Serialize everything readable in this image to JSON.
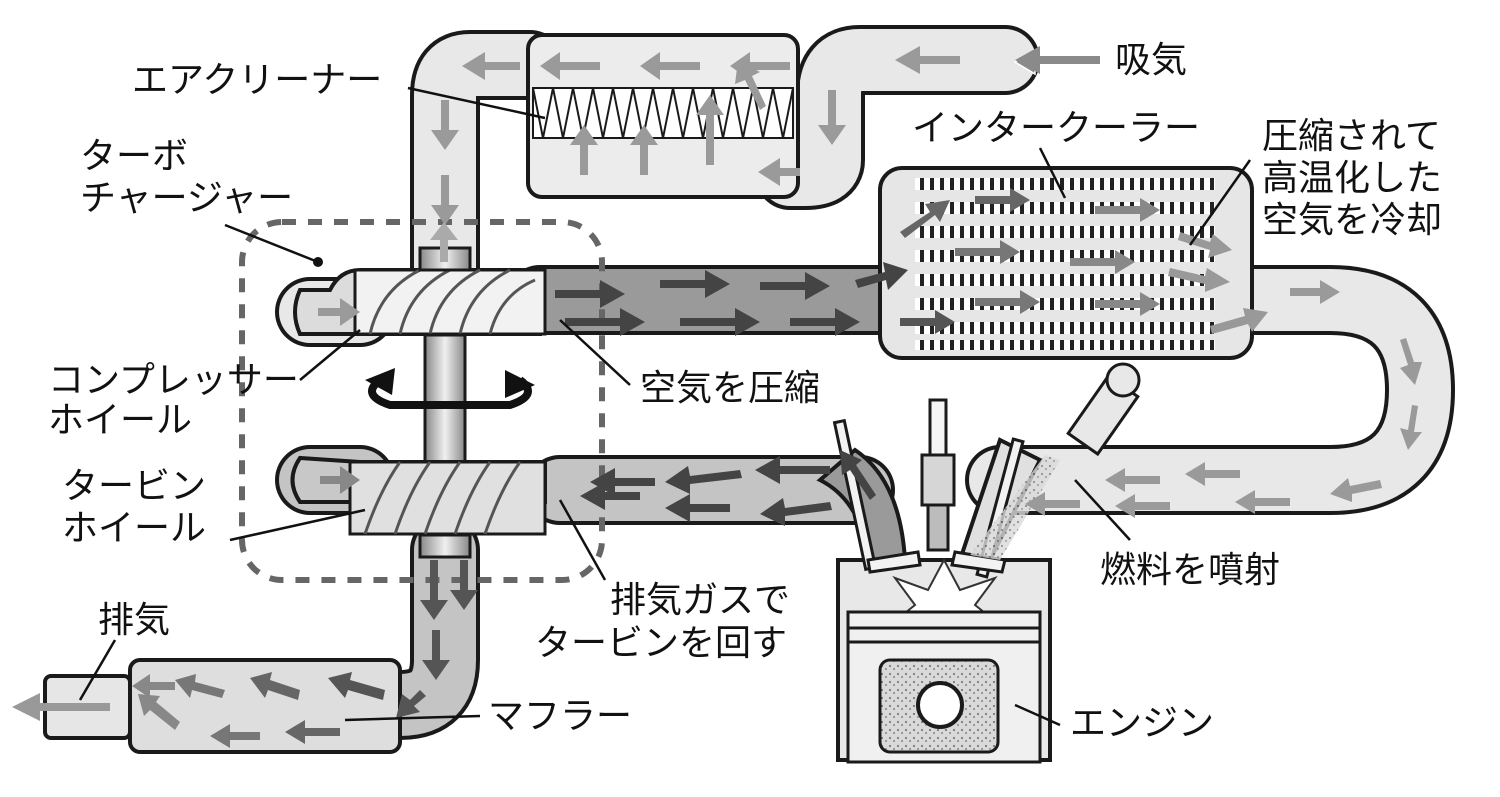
{
  "labels": {
    "intake": "吸気",
    "air_cleaner": "エアクリーナー",
    "turbocharger_line1": "ターボ",
    "turbocharger_line2": "チャージャー",
    "intercooler": "インタークーラー",
    "cooling_line1": "圧縮されて",
    "cooling_line2": "高温化した",
    "cooling_line3": "空気を冷却",
    "compress_air": "空気を圧縮",
    "compressor_line1": "コンプレッサー",
    "compressor_line2": "ホイール",
    "turbine_line1": "タービン",
    "turbine_line2": "ホイール",
    "exhaust_spin_line1": "排気ガスで",
    "exhaust_spin_line2": "タービンを回す",
    "fuel_injection": "燃料を噴射",
    "exhaust": "排気",
    "muffler": "マフラー",
    "engine": "エンジン"
  },
  "colors": {
    "intake_air": "#e8e8e8",
    "compressed_air": "#9a9a9a",
    "exhaust_gas": "#c4c4c4",
    "outline": "#1a1a1a"
  }
}
